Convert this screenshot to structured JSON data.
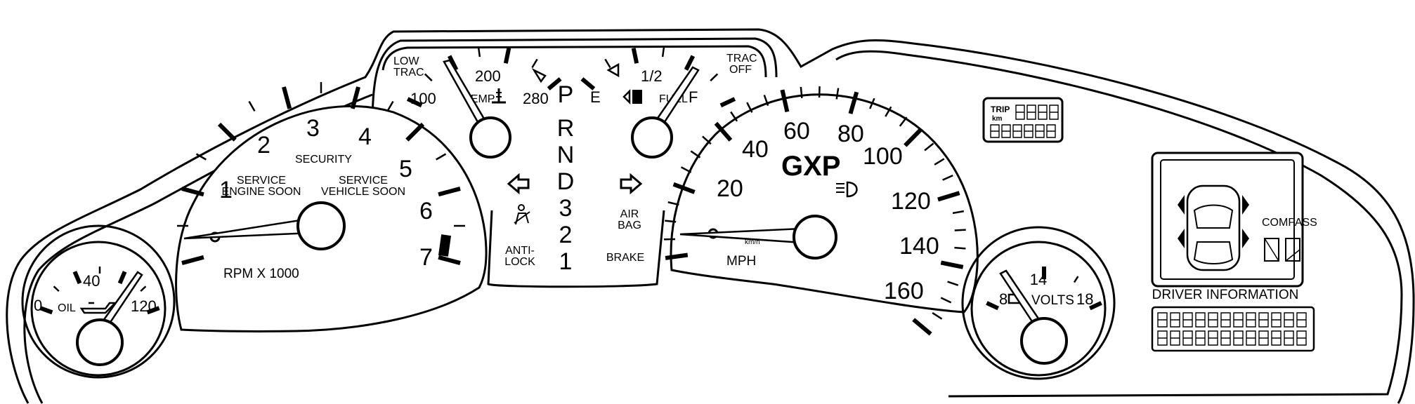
{
  "tach": {
    "numbers": [
      "1",
      "2",
      "3",
      "4",
      "5",
      "6",
      "7"
    ],
    "security": "SECURITY",
    "service_engine_1": "SERVICE",
    "service_engine_2": "ENGINE SOON",
    "service_vehicle_1": "SERVICE",
    "service_vehicle_2": "VEHICLE SOON",
    "unit": "RPM X 1000"
  },
  "oil": {
    "numbers": [
      "0",
      "40",
      "120"
    ],
    "label": "OIL"
  },
  "temp": {
    "low_trac_1": "LOW",
    "low_trac_2": "TRAC",
    "n100": "100",
    "n200": "200",
    "n280": "280",
    "label": "TEMP"
  },
  "fuel": {
    "e": "E",
    "half": "1/2",
    "f": "F",
    "label": "FUEL",
    "trac_off_1": "TRAC",
    "trac_off_2": "OFF"
  },
  "gear_selector": [
    "P",
    "R",
    "N",
    "D",
    "3",
    "2",
    "1"
  ],
  "center": {
    "anti_lock_1": "ANTI-",
    "anti_lock_2": "LOCK",
    "air_bag_1": "AIR",
    "air_bag_2": "BAG",
    "brake": "BRAKE"
  },
  "speedo": {
    "numbers": [
      "20",
      "40",
      "60",
      "80",
      "100",
      "120",
      "140",
      "160"
    ],
    "brand": "GXP",
    "unit": "MPH",
    "sub_unit": "km/h"
  },
  "volts": {
    "numbers": [
      "8",
      "14",
      "18"
    ],
    "label": "VOLTS"
  },
  "trip": {
    "label_1": "TRIP",
    "label_2": "km"
  },
  "compass": {
    "label": "COMPASS"
  },
  "driver_info": {
    "label": "DRIVER INFORMATION"
  }
}
